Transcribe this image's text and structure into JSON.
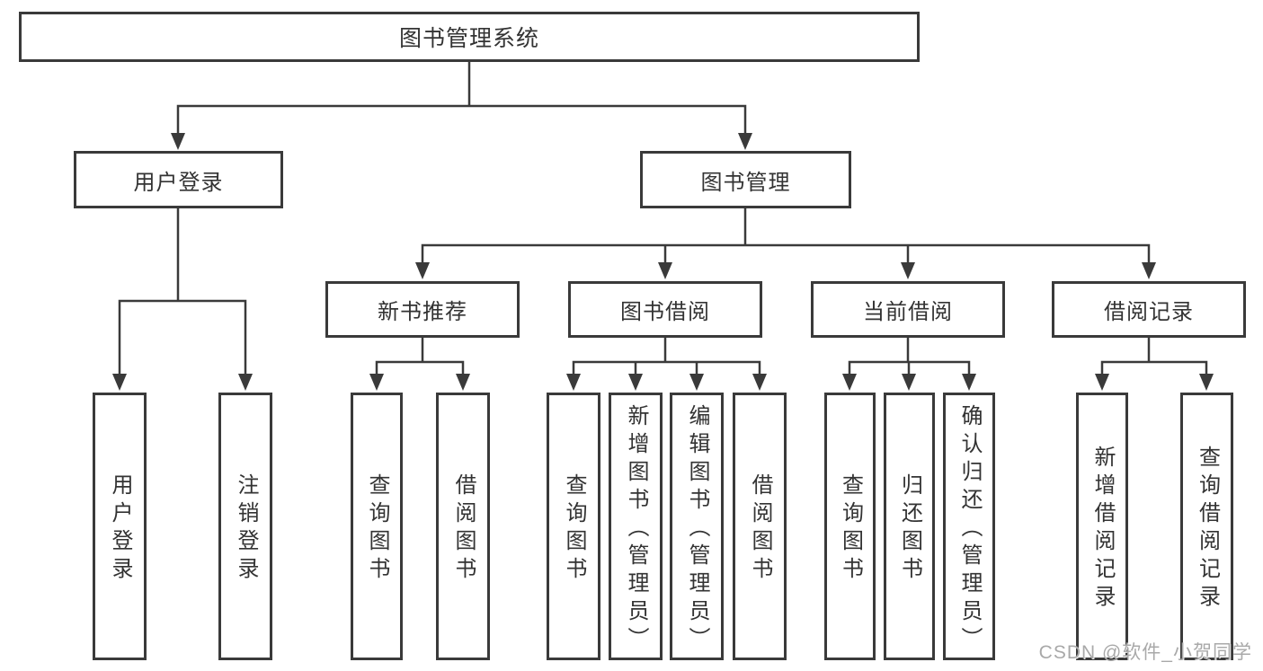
{
  "diagram": {
    "title": "图书管理系统",
    "root": {
      "label": "图书管理系统"
    },
    "level2": [
      {
        "label": "用户登录"
      },
      {
        "label": "图书管理"
      }
    ],
    "modules": [
      {
        "label": "新书推荐",
        "parent": "图书管理"
      },
      {
        "label": "图书借阅",
        "parent": "图书管理"
      },
      {
        "label": "当前借阅",
        "parent": "图书管理"
      },
      {
        "label": "借阅记录",
        "parent": "图书管理"
      }
    ],
    "leaves": [
      {
        "label": "用户登录",
        "parent": "用户登录"
      },
      {
        "label": "注销登录",
        "parent": "用户登录"
      },
      {
        "label": "查询图书",
        "parent": "新书推荐"
      },
      {
        "label": "借阅图书",
        "parent": "新书推荐"
      },
      {
        "label": "查询图书",
        "parent": "图书借阅"
      },
      {
        "label": "新增图书（管理员）",
        "parent": "图书借阅"
      },
      {
        "label": "编辑图书（管理员）",
        "parent": "图书借阅"
      },
      {
        "label": "借阅图书",
        "parent": "图书借阅"
      },
      {
        "label": "查询图书",
        "parent": "当前借阅"
      },
      {
        "label": "归还图书",
        "parent": "当前借阅"
      },
      {
        "label": "确认归还（管理员）",
        "parent": "当前借阅"
      },
      {
        "label": "新增借阅记录",
        "parent": "借阅记录"
      },
      {
        "label": "查询借阅记录",
        "parent": "借阅记录"
      }
    ]
  },
  "watermark": {
    "text": "CSDN @软件_小贺同学"
  },
  "colors": {
    "line": "#3a3a3a",
    "box_border": "#3a3a3a",
    "text": "#333333",
    "watermark": "#a9a9a9",
    "background": "#ffffff"
  }
}
